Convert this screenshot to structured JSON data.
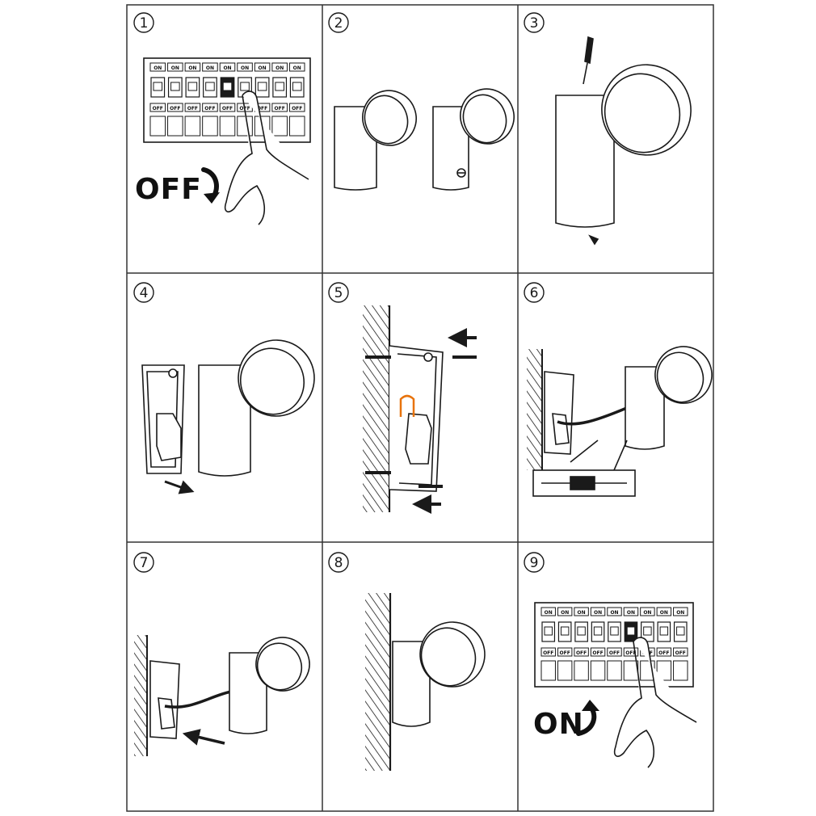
{
  "steps": [
    {
      "number": "1",
      "caption": "OFF",
      "caption_arrow": "curved-down-arrow-icon"
    },
    {
      "number": "2"
    },
    {
      "number": "3"
    },
    {
      "number": "4"
    },
    {
      "number": "5"
    },
    {
      "number": "6"
    },
    {
      "number": "7"
    },
    {
      "number": "8"
    },
    {
      "number": "9",
      "caption": "ON",
      "caption_arrow": "curved-up-arrow-icon"
    }
  ],
  "breaker": {
    "on_label": "ON",
    "off_label": "OFF",
    "switch_count": 9
  },
  "colors": {
    "line": "#1a1a1a",
    "accent": "#e8730c",
    "background": "#ffffff"
  }
}
